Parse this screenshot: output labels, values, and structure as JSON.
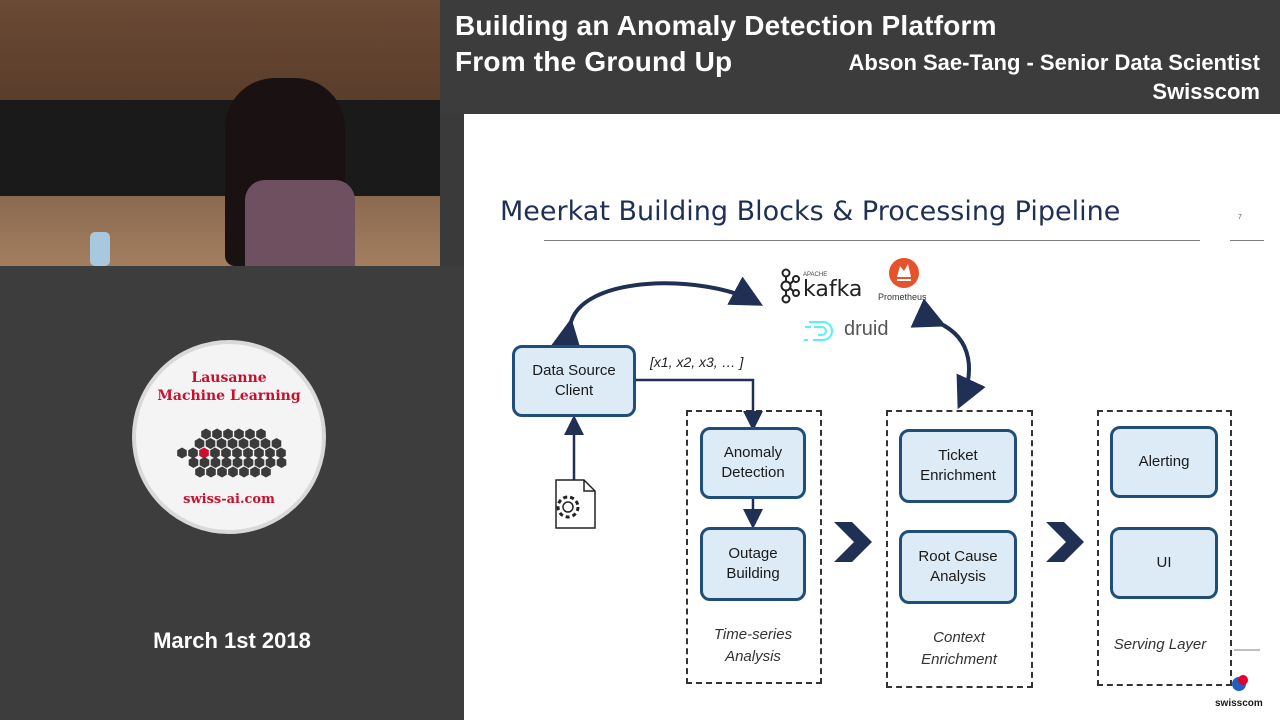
{
  "header": {
    "title_line1": "Building an Anomaly Detection Platform",
    "title_line2": "From the Ground Up",
    "speaker": "Abson Sae-Tang - Senior Data Scientist",
    "company": "Swisscom"
  },
  "sidebar": {
    "logo_line1": "Lausanne",
    "logo_line2": "Machine Learning",
    "logo_url": "swiss-ai.com",
    "date": "March 1st 2018"
  },
  "slide": {
    "title": "Meerkat Building Blocks & Processing Pipeline",
    "page_number": "7",
    "tech_logos": {
      "kafka": "kafka",
      "kafka_small": "APACHE",
      "prometheus": "Prometheus",
      "druid": "druid"
    },
    "data_label": "[x1, x2, x3, … ]",
    "boxes": {
      "data_source": "Data Source Client",
      "anomaly_detection": "Anomaly Detection",
      "outage_building": "Outage Building",
      "ticket_enrichment": "Ticket Enrichment",
      "root_cause": "Root Cause Analysis",
      "alerting": "Alerting",
      "ui": "UI"
    },
    "captions": {
      "time_series": "Time-series Analysis",
      "context": "Context Enrichment",
      "serving": "Serving Layer"
    },
    "footer_logo": "swisscom",
    "colors": {
      "box_fill": "#dcebf6",
      "box_border": "#1f4e79",
      "arrow": "#1f3054",
      "title": "#1f3054"
    }
  }
}
